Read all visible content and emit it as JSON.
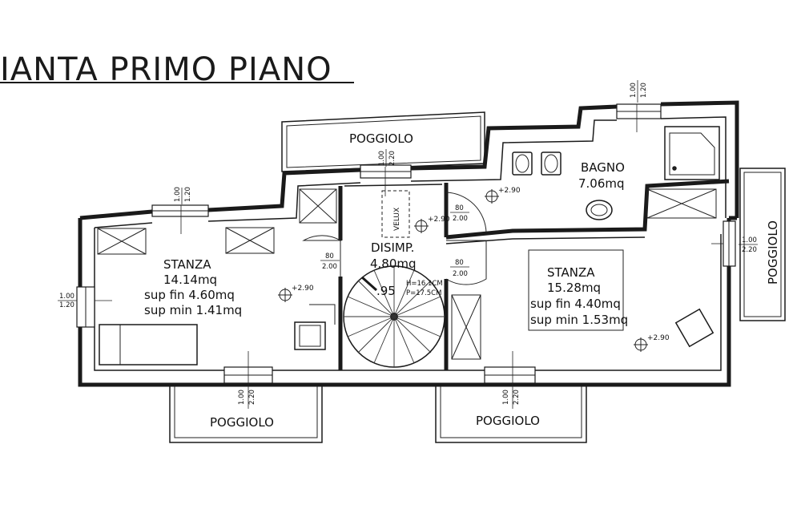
{
  "title": "IANTA PRIMO PIANO",
  "rooms": {
    "stanza_left": {
      "name": "STANZA",
      "area": "14.14mq",
      "sup_fin": "sup fin 4.60mq",
      "sup_min": "sup min 1.41mq"
    },
    "disimp": {
      "name": "DISIMP.",
      "area": "4.80mq"
    },
    "bagno": {
      "name": "BAGNO",
      "area": "7.06mq"
    },
    "stanza_right": {
      "name": "STANZA",
      "area": "15.28mq",
      "sup_fin": "sup fin 4.40mq",
      "sup_min": "sup min 1.53mq"
    }
  },
  "balconies": {
    "top": "POGGIOLO",
    "right": "POGGIOLO",
    "bottom_left": "POGGIOLO",
    "bottom_right": "POGGIOLO"
  },
  "window_dims": {
    "w100": "1.00",
    "h120": "1.20",
    "h220": "2.20"
  },
  "door_dims": {
    "width": "80",
    "height": "2.00"
  },
  "heights": {
    "h290": "+2.90"
  },
  "velux": "VELUX",
  "stair": {
    "label": ".95",
    "rise": "H=16.1CM",
    "tread": "P=17.5CM"
  }
}
